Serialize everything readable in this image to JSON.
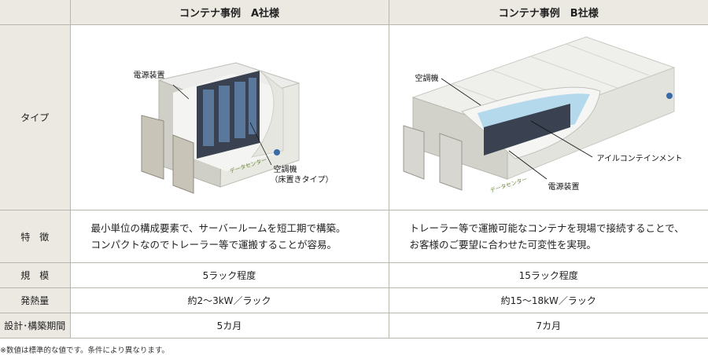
{
  "table": {
    "headers": [
      "",
      "コンテナ事例　A社様",
      "コンテナ事例　B社様"
    ],
    "rows": [
      {
        "label": "タイプ",
        "a": "",
        "b": ""
      },
      {
        "label": "特　徴",
        "a_lines": [
          "最小単位の構成要素で、サーバールームを短工期で構築。",
          "コンパクトなのでトレーラー等で運搬することが容易。"
        ],
        "b_lines": [
          "トレーラー等で運搬可能なコンテナを現場で接続することで、",
          "お客様のご要望に合わせた可変性を実現。"
        ]
      },
      {
        "label": "規　模",
        "a": "5ラック程度",
        "b": "15ラック程度"
      },
      {
        "label": "発熱量",
        "a": "約2〜3kW／ラック",
        "b": "約15〜18kW／ラック"
      },
      {
        "label": "設計･構築期間",
        "a": "5カ月",
        "b": "7カ月"
      }
    ]
  },
  "images": {
    "a": {
      "callouts": {
        "power": "電源装置",
        "ac_line1": "空調機",
        "ac_line2": "（床置きタイプ）"
      },
      "logo": "データセンター"
    },
    "b": {
      "callouts": {
        "ac": "空調機",
        "aisle": "アイルコンテインメント",
        "power": "電源装置"
      },
      "logo": "データセンター"
    }
  },
  "footnote": "※数値は標準的な値です。条件により異なります。",
  "colors": {
    "header_bg": "#ebe9e1",
    "border": "#b9b6ad",
    "container": "#e4e4e0",
    "rack": "#3a4150",
    "aisle_glass": "#a9d3ea"
  }
}
